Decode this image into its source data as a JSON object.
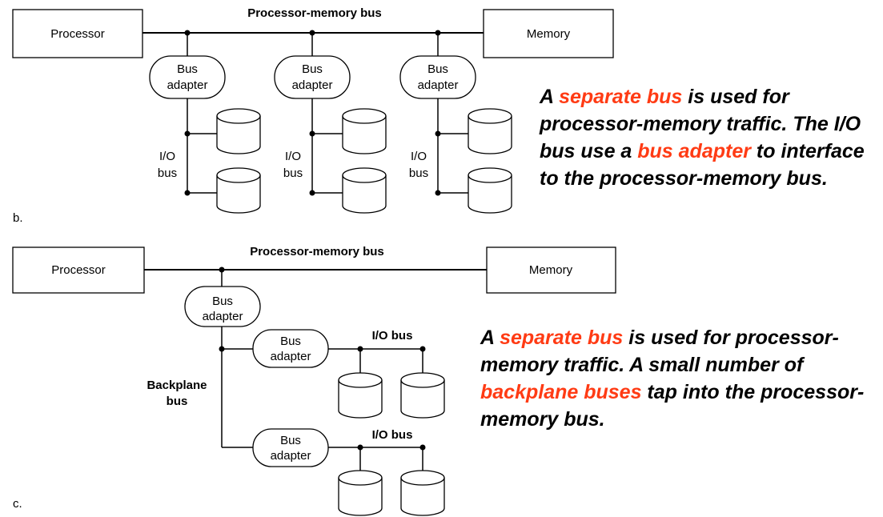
{
  "diagram_b": {
    "marker": "b.",
    "bus_label": "Processor-memory bus",
    "processor": "Processor",
    "memory": "Memory",
    "adapter_line1": "Bus",
    "adapter_line2": "adapter",
    "io_line1": "I/O",
    "io_line2": "bus",
    "caption": [
      {
        "text": "A ",
        "hl": false
      },
      {
        "text": "separate bus",
        "hl": true
      },
      {
        "text": " is used for processor-memory traffic. The I/O bus use a ",
        "hl": false
      },
      {
        "text": "bus adapter",
        "hl": true
      },
      {
        "text": " to interface to the processor-memory bus.",
        "hl": false
      }
    ]
  },
  "diagram_c": {
    "marker": "c.",
    "bus_label": "Processor-memory bus",
    "processor": "Processor",
    "memory": "Memory",
    "adapter_line1": "Bus",
    "adapter_line2": "adapter",
    "backplane_line1": "Backplane",
    "backplane_line2": "bus",
    "io_bus": "I/O bus",
    "caption": [
      {
        "text": "A ",
        "hl": false
      },
      {
        "text": "separate bus",
        "hl": true
      },
      {
        "text": " is used for processor-memory traffic. A small number of ",
        "hl": false
      },
      {
        "text": "backplane buses",
        "hl": true
      },
      {
        "text": " tap into the processor-memory bus.",
        "hl": false
      }
    ]
  },
  "colors": {
    "highlight": "#ff3b14",
    "line": "#000000"
  }
}
